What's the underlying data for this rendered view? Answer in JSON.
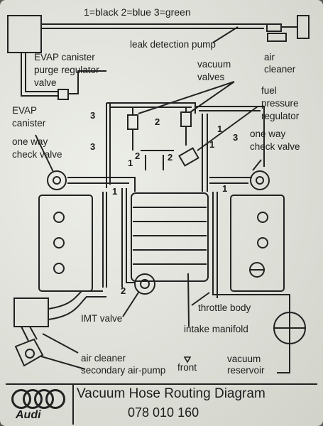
{
  "legend": "1=black 2=blue 3=green",
  "labels": {
    "leak_detection_pump": "leak detection pump",
    "air_cleaner_top": [
      "air",
      "cleaner"
    ],
    "evap_canister_purge_regulator_valve": [
      "EVAP canister",
      "purge regulator",
      "valve"
    ],
    "vacuum_valves": [
      "vacuum",
      "valves"
    ],
    "fuel_pressure_regulator": [
      "fuel",
      "pressure",
      "regulator"
    ],
    "evap_canister": [
      "EVAP",
      "canister"
    ],
    "one_way_check_valve_left": [
      "one way",
      "check valve"
    ],
    "one_way_check_valve_right": [
      "one way",
      "check valve"
    ],
    "throttle_body": "throttle body",
    "imt_valve": "IMT valve",
    "intake_manifold": "intake manifold",
    "air_cleaner_bottom": "air cleaner",
    "secondary_air_pump": "secondary air-pump",
    "front": "front",
    "vacuum_reservoir": [
      "vacuum",
      "reservoir"
    ]
  },
  "hose_numbers": [
    "3",
    "3",
    "2",
    "2",
    "1",
    "1",
    "2",
    "1",
    "1",
    "3",
    "1",
    "2"
  ],
  "footer": {
    "brand": "Audi",
    "title": "Vacuum Hose Routing Diagram",
    "part_number": "078 010 160"
  }
}
